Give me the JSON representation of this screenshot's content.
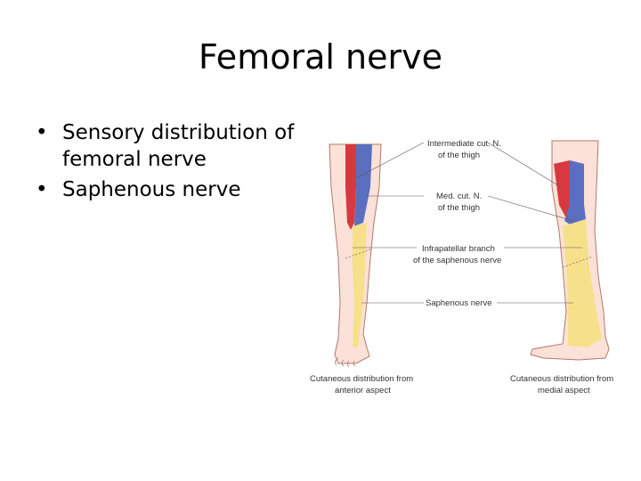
{
  "slide": {
    "title": "Femoral nerve",
    "bullets": [
      "Sensory distribution of femoral nerve",
      "Saphenous nerve"
    ]
  },
  "figure": {
    "labels": {
      "intermediate_1": "Intermediate cut. N.",
      "intermediate_2": "of the thigh",
      "medial_1": "Med. cut. N.",
      "medial_2": "of the thigh",
      "infrapatellar_1": "Infrapatellar branch",
      "infrapatellar_2": "of the saphenous nerve",
      "saphenous": "Saphenous nerve",
      "anterior_1": "Cutaneous distribution from",
      "anterior_2": "anterior aspect",
      "medial_aspect_1": "Cutaneous distribution from",
      "medial_aspect_2": "medial aspect"
    },
    "colors": {
      "skin": "#fbe1d8",
      "intermediate": "#d8383f",
      "medial": "#5a6fc0",
      "saphenous": "#f6e18a",
      "outline": "#b07a6a"
    }
  }
}
